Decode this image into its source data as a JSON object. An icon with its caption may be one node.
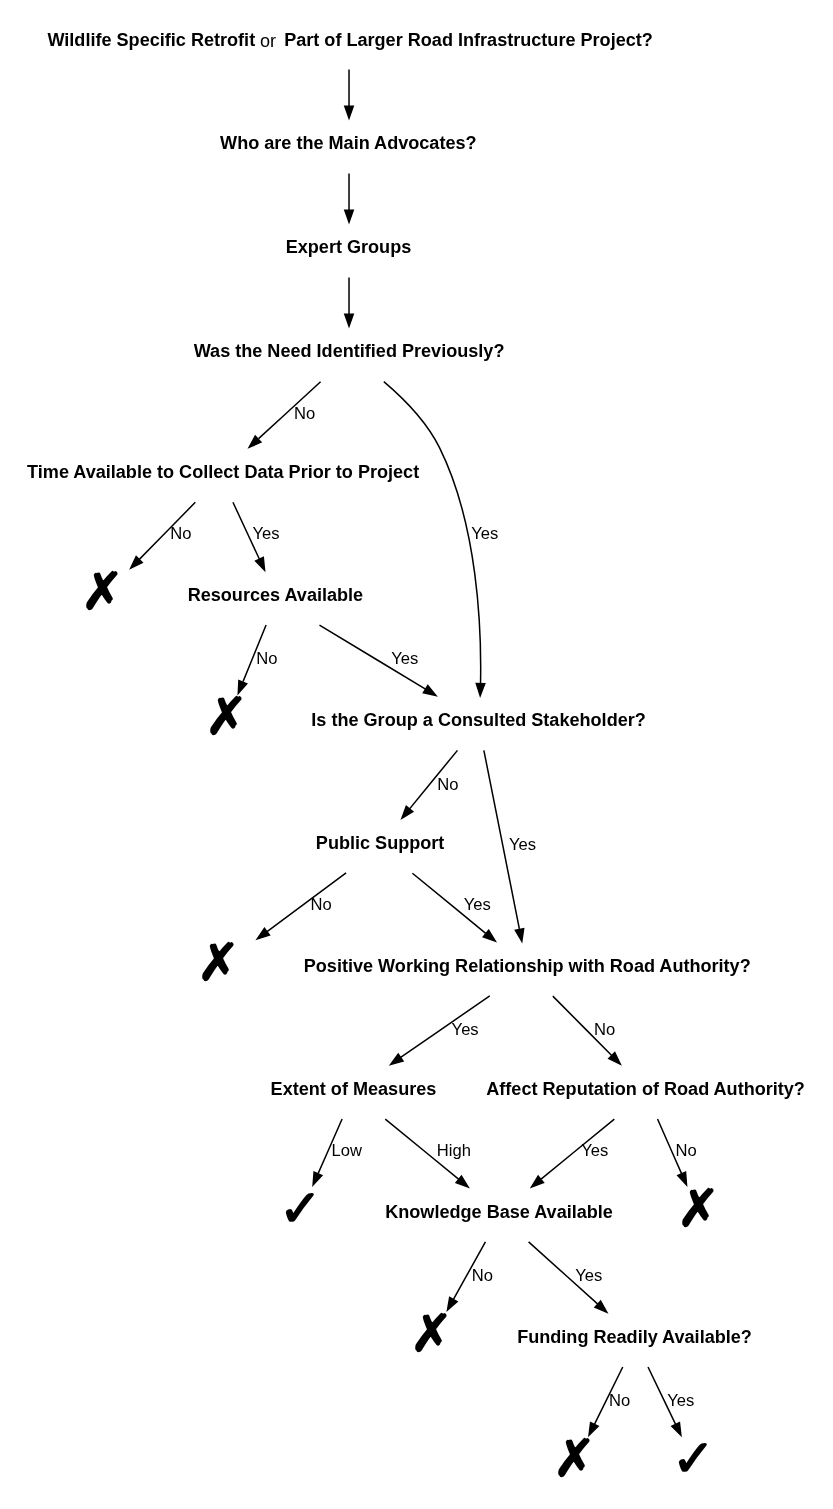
{
  "diagram": {
    "nodes": [
      {
        "text": [
          "**Wildlife Specific Retrofit** or **Part of Larger Road Infrastructure Project?**"
        ]
      },
      {
        "text": [
          "Who are the Main Advocates?"
        ]
      },
      {
        "text": [
          "Expert Groups"
        ]
      },
      {
        "text": [
          "Was the Need Identified Previously?"
        ]
      },
      {
        "text": [
          "Time Available to Collect Data Prior to Project"
        ]
      },
      {
        "text": [
          "✗"
        ]
      },
      {
        "text": [
          "Resources Available"
        ]
      },
      {
        "text": [
          "✗"
        ]
      },
      {
        "text": [
          "Is the Group a Consulted Stakeholder?"
        ]
      },
      {
        "text": [
          "Public Support"
        ]
      },
      {
        "text": [
          "✗"
        ]
      },
      {
        "text": [
          "Positive Working Relationship with Road Authority?"
        ]
      },
      {
        "text": [
          "Extent of Measures"
        ]
      },
      {
        "text": [
          "Affect Reputation of Road Authority?"
        ]
      },
      {
        "text": [
          "✓"
        ]
      },
      {
        "text": [
          "✗"
        ]
      },
      {
        "text": [
          "Knowledge Base Available"
        ]
      },
      {
        "text": [
          "✗"
        ]
      },
      {
        "text": [
          "Funding Readily Available?"
        ]
      },
      {
        "text": [
          "✗"
        ]
      },
      {
        "text": [
          "✓"
        ]
      }
    ],
    "edges": [
      {
        "from": 0,
        "to": 1,
        "arrow": "to"
      },
      {
        "from": 1,
        "to": 2,
        "arrow": "to"
      },
      {
        "from": 2,
        "to": 3,
        "arrow": "to"
      },
      {
        "from": 3,
        "to": 4,
        "arrow": "to",
        "label": "No"
      },
      {
        "from": 3,
        "to": 8,
        "arrow": "to",
        "label": "Yes"
      },
      {
        "from": 4,
        "to": 5,
        "arrow": "to",
        "label": "No"
      },
      {
        "from": 4,
        "to": 6,
        "arrow": "to",
        "label": "Yes"
      },
      {
        "from": 6,
        "to": 7,
        "arrow": "to",
        "label": "No"
      },
      {
        "from": 6,
        "to": 8,
        "arrow": "to",
        "label": "Yes"
      },
      {
        "from": 8,
        "to": 11,
        "arrow": "to",
        "label": "Yes"
      },
      {
        "from": 8,
        "to": 9,
        "arrow": "to",
        "label": "No"
      },
      {
        "from": 9,
        "to": 11,
        "arrow": "to",
        "label": "Yes"
      },
      {
        "from": 9,
        "to": 10,
        "arrow": "to",
        "label": "No"
      },
      {
        "from": 11,
        "to": 12,
        "arrow": "to",
        "label": "Yes"
      },
      {
        "from": 11,
        "to": 13,
        "arrow": "to",
        "label": "No"
      },
      {
        "from": 12,
        "to": 14,
        "arrow": "to",
        "label": "Low"
      },
      {
        "from": 12,
        "to": 16,
        "arrow": "to",
        "label": "High"
      },
      {
        "from": 13,
        "to": 16,
        "arrow": "to",
        "label": "Yes"
      },
      {
        "from": 13,
        "to": 15,
        "arrow": "to",
        "label": "No"
      },
      {
        "from": 16,
        "to": 17,
        "arrow": "to",
        "label": "No"
      },
      {
        "from": 16,
        "to": 18,
        "arrow": "to",
        "label": "Yes"
      },
      {
        "from": 18,
        "to": 19,
        "arrow": "to",
        "label": "No"
      },
      {
        "from": 18,
        "to": 20,
        "arrow": "to",
        "label": "Yes"
      }
    ]
  }
}
